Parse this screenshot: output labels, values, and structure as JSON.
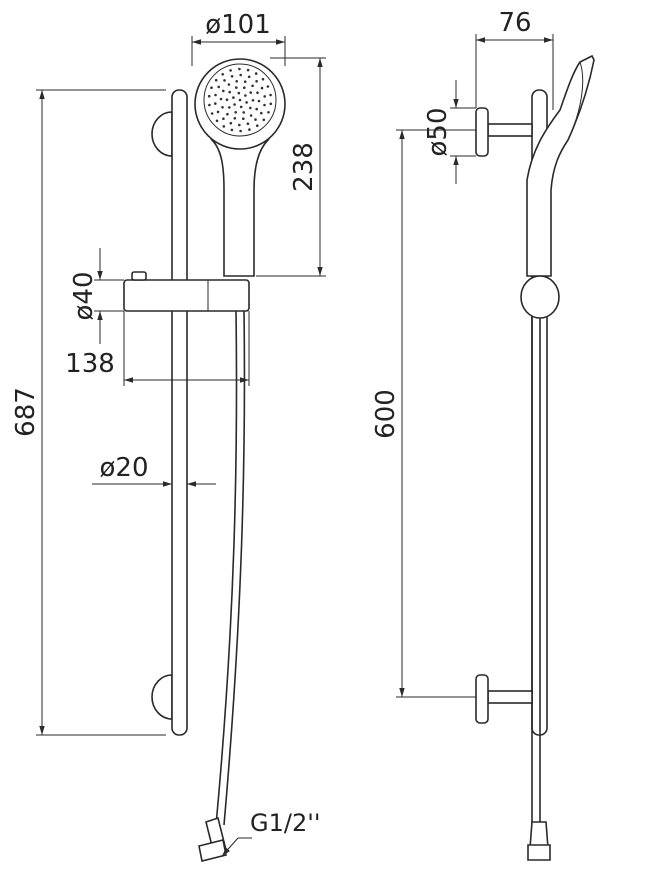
{
  "front_view": {
    "dim_head_diameter": "ø101",
    "dim_handshower_length": "238",
    "dim_slider_diameter": "ø40",
    "dim_projection": "138",
    "dim_rail_diameter": "ø20",
    "dim_total_height": "687",
    "hose_connection": "G1/2''"
  },
  "side_view": {
    "dim_depth": "76",
    "dim_bracket_diameter": "ø50",
    "dim_bracket_spacing": "600"
  },
  "colors": {
    "line": "#2a2a2a",
    "background": "#ffffff"
  }
}
